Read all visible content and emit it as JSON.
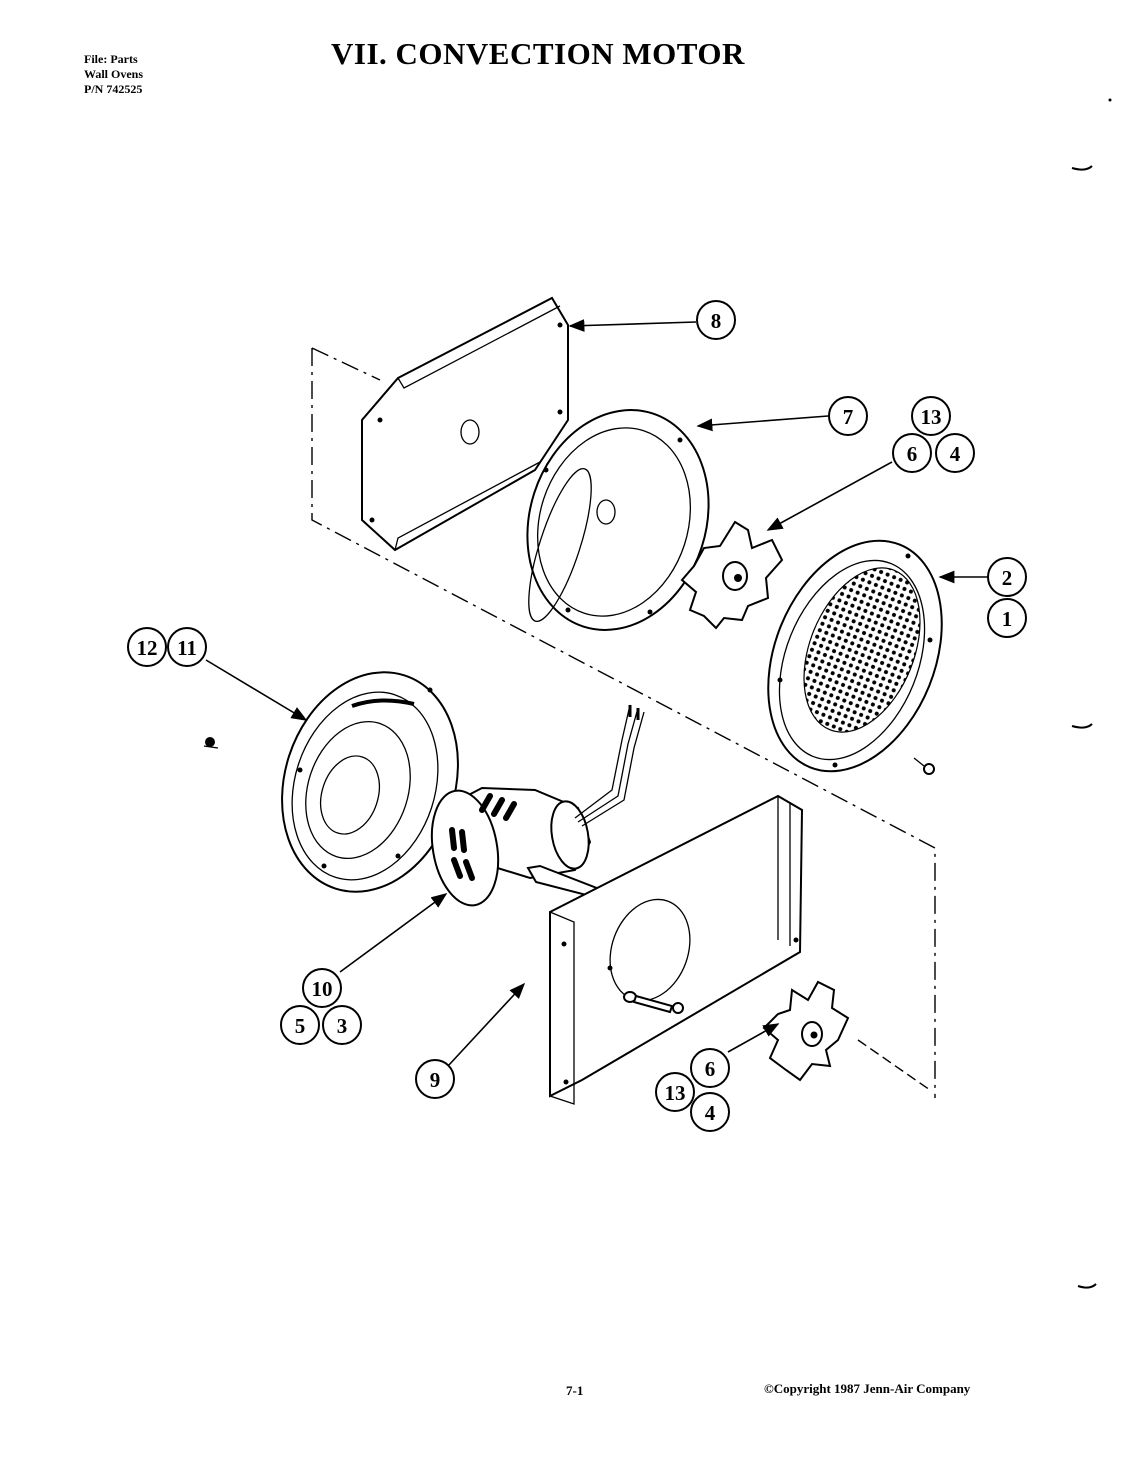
{
  "header": {
    "file_lines": [
      "File: Parts",
      "Wall Ovens",
      "P/N 742525"
    ],
    "title": "VII.  CONVECTION MOTOR"
  },
  "footer": {
    "page_number": "7-1",
    "copyright": "©Copyright 1987 Jenn-Air Company"
  },
  "callouts": {
    "c8": "8",
    "c7": "7",
    "c13a": "13",
    "c6a": "6",
    "c4a": "4",
    "c2": "2",
    "c1": "1",
    "c12": "12",
    "c11": "11",
    "c10": "10",
    "c5": "5",
    "c3": "3",
    "c9": "9",
    "c6b": "6",
    "c13b": "13",
    "c4b": "4"
  }
}
